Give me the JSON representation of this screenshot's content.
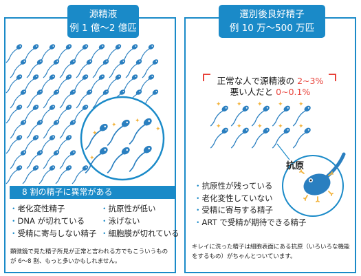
{
  "left_panel": {
    "title_line1": "源精液",
    "title_line2": "例 1 億～2 億匹",
    "abnormal_bar": "8 割の精子に異常がある",
    "issues_col1": [
      "老化変性精子",
      "DNA が切れている",
      "受精に寄与しない精子"
    ],
    "issues_col2": [
      "抗原性が低い",
      "泳げない",
      "細胞膜が切れている"
    ],
    "note": "顕微鏡で見た精子所見が正常と言われる方でもこういうものが 6～8 割、もっと多いかもしれません。"
  },
  "right_panel": {
    "title_line1": "選別後良好精子",
    "title_line2": "例 10 万～500 万匹",
    "callout_line1_prefix": "正常な人で源精液の ",
    "callout_line1_value": "2~3%",
    "callout_line2_prefix": "悪い人だと ",
    "callout_line2_value": "0~0.1%",
    "antigen_label": "抗原",
    "qualities": [
      "抗原性が残っている",
      "老化変性していない",
      "受精に寄与する精子",
      "ART で受精が期待できる精子"
    ],
    "note": "キレイに洗った精子は細胞表面にある抗原（いろいろな機能をするもの）がちゃんとついています。"
  },
  "colors": {
    "brand_blue": "#1a8ac8",
    "sperm_blue": "#2a7fc0",
    "accent_red": "#e8423a",
    "antigen_yellow": "#f2b33d"
  },
  "icons": [
    "sperm-icon",
    "magnifier-circle",
    "sparkle-icon",
    "antigen-cell-illustration"
  ]
}
